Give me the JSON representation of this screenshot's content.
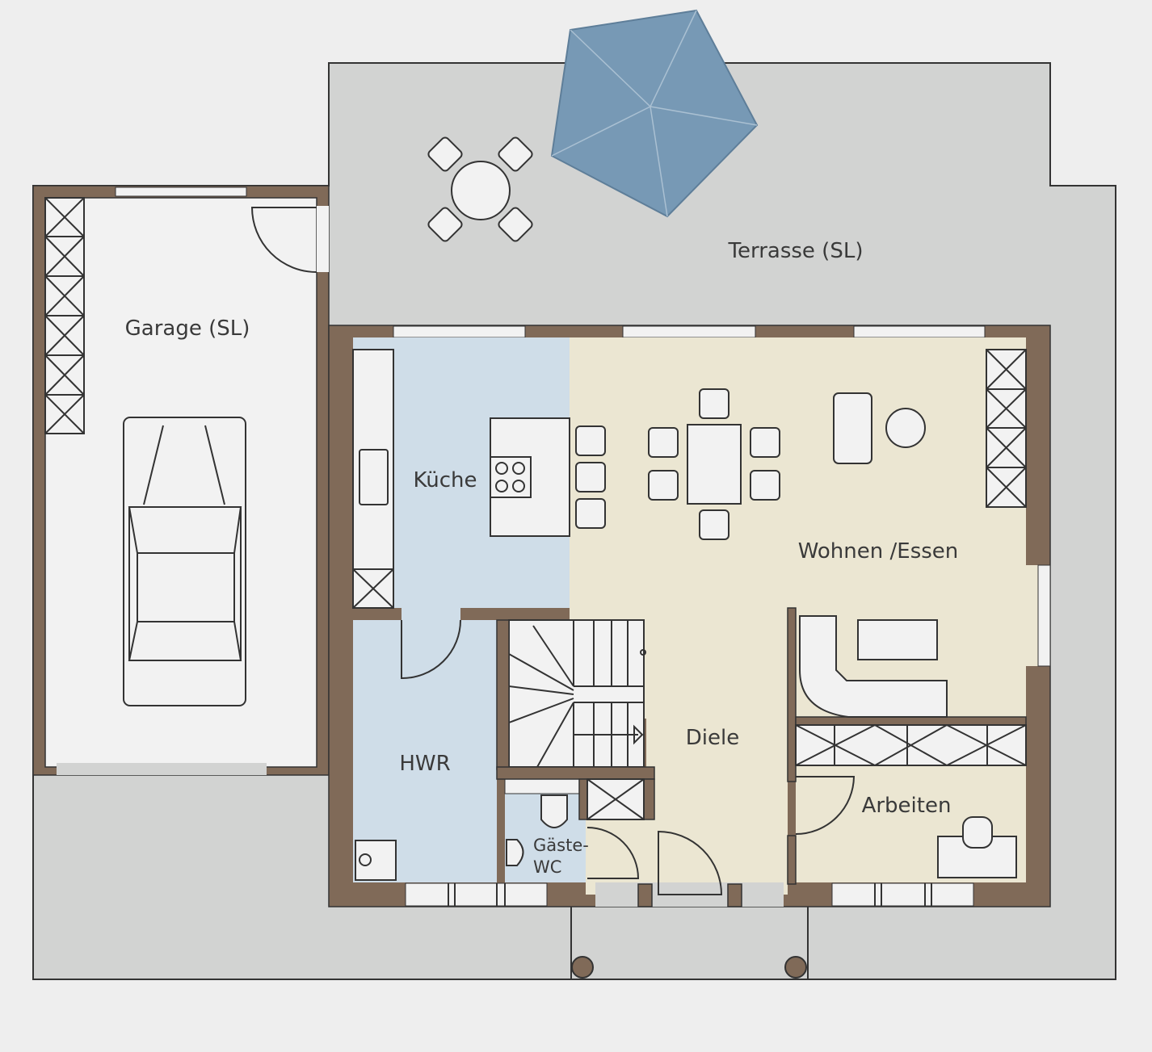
{
  "rooms": {
    "terrace": "Terrasse (SL)",
    "garage": "Garage (SL)",
    "kitchen": "Küche",
    "living": "Wohnen /Essen",
    "utility": "HWR",
    "hall": "Diele",
    "guest_wc_line1": "Gäste-",
    "guest_wc_line2": "WC",
    "office": "Arbeiten"
  },
  "colors": {
    "wall": "#806a58",
    "beige": "#ebe6d2",
    "blue": "#cfdde8",
    "outdoor": "#d2d3d2",
    "light": "#f2f2f2",
    "umbrella": "#7799b5"
  }
}
